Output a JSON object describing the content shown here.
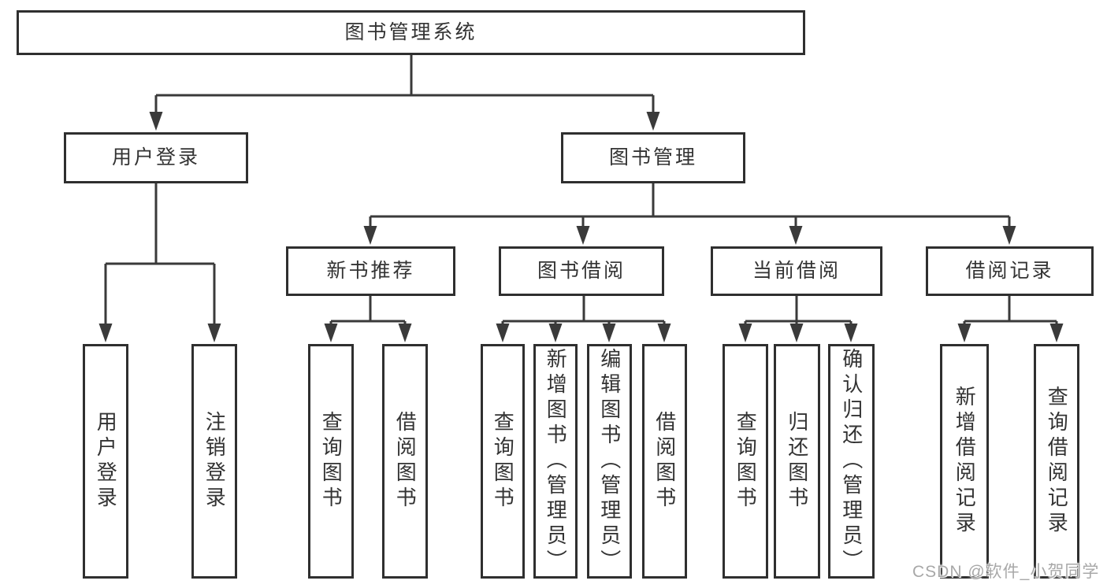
{
  "colors": {
    "line": "#3a3a3a",
    "box_border": "#2f2f2f",
    "box_fill": "#ffffff",
    "text": "#333333",
    "watermark": "#a8a8a8"
  },
  "diagram": {
    "root": {
      "label": "图书管理系统"
    },
    "level1": [
      {
        "label": "用户登录"
      },
      {
        "label": "图书管理"
      }
    ],
    "level2": [
      {
        "label": "新书推荐",
        "parent": "图书管理"
      },
      {
        "label": "图书借阅",
        "parent": "图书管理"
      },
      {
        "label": "当前借阅",
        "parent": "图书管理"
      },
      {
        "label": "借阅记录",
        "parent": "图书管理"
      }
    ],
    "leaves": [
      {
        "label": "用户登录",
        "parent": "用户登录"
      },
      {
        "label": "注销登录",
        "parent": "用户登录"
      },
      {
        "label": "查询图书",
        "parent": "新书推荐"
      },
      {
        "label": "借阅图书",
        "parent": "新书推荐"
      },
      {
        "label": "查询图书",
        "parent": "图书借阅"
      },
      {
        "label": "新增图书（管理员）",
        "parent": "图书借阅"
      },
      {
        "label": "编辑图书（管理员）",
        "parent": "图书借阅"
      },
      {
        "label": "借阅图书",
        "parent": "图书借阅"
      },
      {
        "label": "查询图书",
        "parent": "当前借阅"
      },
      {
        "label": "归还图书",
        "parent": "当前借阅"
      },
      {
        "label": "确认归还（管理员）",
        "parent": "当前借阅"
      },
      {
        "label": "新增借阅记录",
        "parent": "借阅记录"
      },
      {
        "label": "查询借阅记录",
        "parent": "借阅记录"
      }
    ]
  },
  "watermark": {
    "text": "CSDN @软件_小贺同学"
  }
}
